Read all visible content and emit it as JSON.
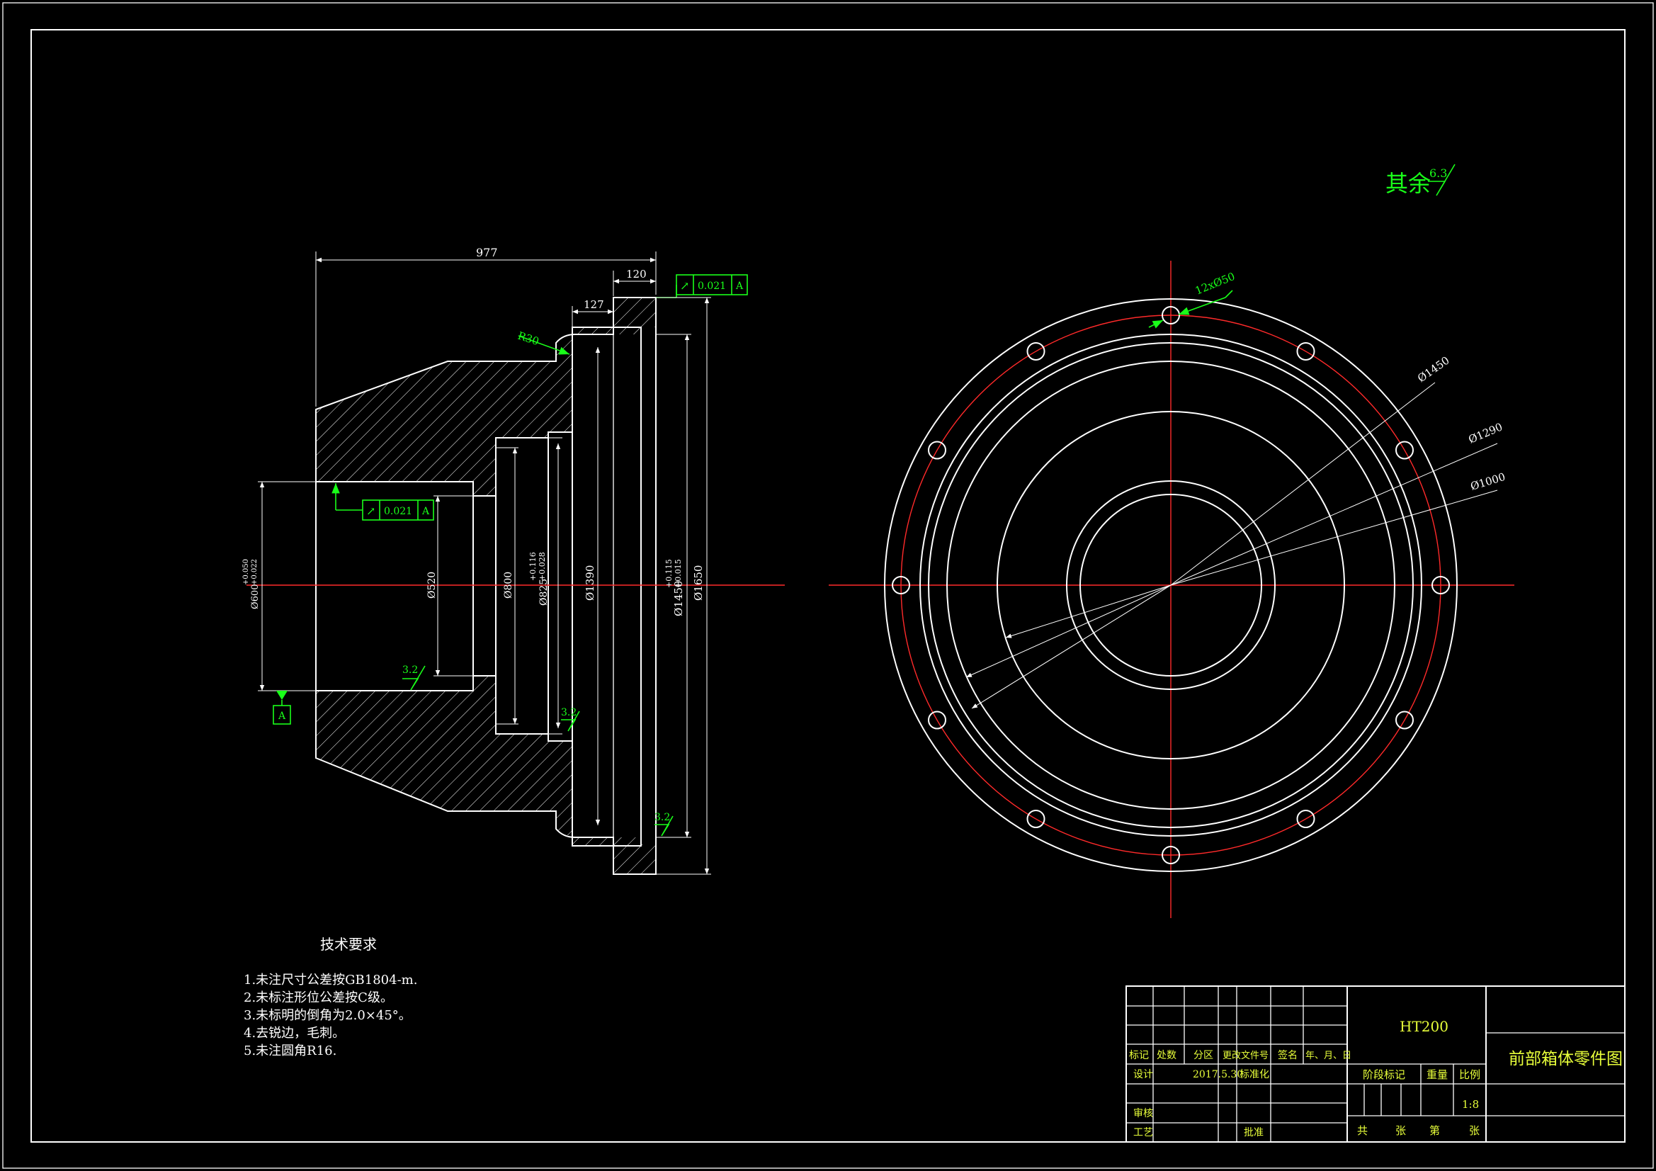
{
  "colors": {
    "background": "#000000",
    "outline": "#ffffff",
    "centerline": "#ff2a2a",
    "annotation": "#19ff19",
    "title_block_text": "#e8ff3a"
  },
  "surface_note": {
    "label": "其余",
    "roughness": "6.3"
  },
  "section_view": {
    "dims": {
      "overall_length": "977",
      "flange_thickness": "120",
      "shoulder_length": "127",
      "fillet": "R30",
      "bore_small": "Ø520",
      "bore_mid": "Ø800",
      "bore_step": "Ø825",
      "bore_step_tol_upper": "+0.116",
      "bore_step_tol_lower": "+0.028",
      "bore_large": "Ø1390",
      "pilot": "Ø1450",
      "pilot_tol_upper": "+0.115",
      "pilot_tol_lower": "+0.015",
      "outer": "Ø1650",
      "shaft": "Ø600",
      "shaft_tol_upper": "+0.050",
      "shaft_tol_lower": "+0.022"
    },
    "tolerance_frames": [
      {
        "symbol": "↗",
        "value": "0.021",
        "datum": "A"
      },
      {
        "symbol": "↗",
        "value": "0.021",
        "datum": "A"
      }
    ],
    "roughness_marks": [
      "3.2",
      "3.2",
      "3.2"
    ],
    "datum_label": "A"
  },
  "end_view": {
    "holes_note": "12xØ50",
    "dia_labels": [
      "Ø1450",
      "Ø1290",
      "Ø1000"
    ]
  },
  "tech_requirements": {
    "title": "技术要求",
    "items": [
      "1.未注尺寸公差按GB1804-m.",
      "2.未标注形位公差按C级。",
      "3.未标明的倒角为2.0×45°。",
      "4.去锐边，毛刺。",
      "5.未注圆角R16."
    ]
  },
  "title_block": {
    "material": "HT200",
    "drawing_name": "前部箱体零件图",
    "headers": [
      "标记",
      "处数",
      "分区",
      "更改文件号",
      "签名",
      "年、月、日"
    ],
    "design_label": "设计",
    "date": "2017.5.30",
    "standardization": "标准化",
    "stage_label": "阶段标记",
    "weight_label": "重量",
    "scale_label": "比例",
    "scale": "1:8",
    "review_label": "审核",
    "process_label": "工艺",
    "approve_label": "批准",
    "sheet_total": "共",
    "sheet_unit1": "张",
    "sheet_no": "第",
    "sheet_unit2": "张"
  }
}
